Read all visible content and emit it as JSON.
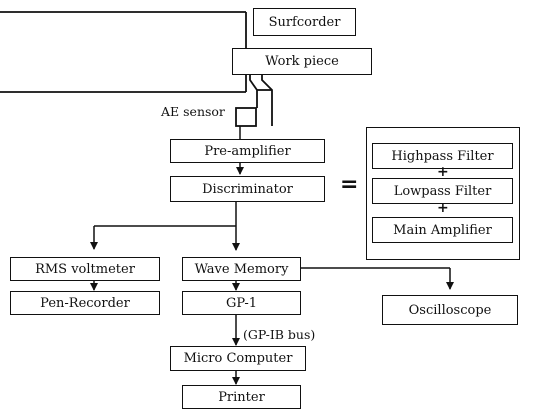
{
  "blocks": {
    "surfcorder": "Surfcorder",
    "work_piece": "Work piece",
    "ae_sensor": "AE sensor",
    "pre_amplifier": "Pre-amplifier",
    "discriminator": "Discriminator",
    "equals": "=",
    "highpass_filter": "Highpass Filter",
    "plus_1": "+",
    "lowpass_filter": "Lowpass Filter",
    "plus_2": "+",
    "main_amplifier": "Main Amplifier",
    "rms_voltmeter": "RMS voltmeter",
    "pen_recorder": "Pen-Recorder",
    "wave_memory": "Wave Memory",
    "gp_1": "GP-1",
    "gp_ib_bus": "(GP-IB bus)",
    "micro_computer": "Micro Computer",
    "printer": "Printer",
    "oscilloscope": "Oscilloscope"
  }
}
